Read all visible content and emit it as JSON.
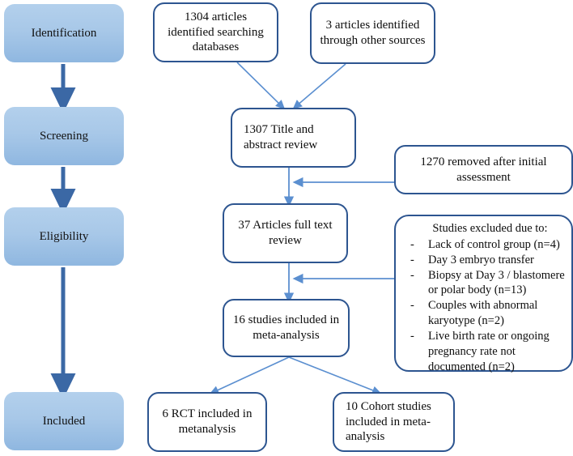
{
  "diagram": {
    "title": "PRISMA study selection flow diagram",
    "colors": {
      "stage_fill_top": "#b3d0ec",
      "stage_fill_bottom": "#8fb7e0",
      "node_border": "#2d5590",
      "thick_arrow": "#3b68a5",
      "thin_arrow": "#5b8fd0",
      "text": "#0d0d0d"
    }
  },
  "stages": [
    {
      "id": "identification",
      "label": "Identification"
    },
    {
      "id": "screening",
      "label": "Screening"
    },
    {
      "id": "eligibility",
      "label": "Eligibility"
    },
    {
      "id": "included",
      "label": "Included"
    }
  ],
  "nodes": {
    "records_databases": "1304 articles identified searching databases",
    "records_other": "3 articles identified through other sources",
    "title_abstract": "1307 Title and abstract review",
    "removed_initial": "1270 removed after initial assessment",
    "full_text": "37 Articles full text review",
    "included_meta": "16 studies included in meta-analysis",
    "rct": "6 RCT included in metanalysis",
    "cohort": "10 Cohort studies included in meta-analysis"
  },
  "exclusions": {
    "title": "Studies excluded due to:",
    "bullet": "-",
    "items": [
      "Lack of control group (n=4)",
      "Day 3 embryo transfer",
      "Biopsy at Day 3 / blastomere or polar body (n=13)",
      "Couples with abnormal karyotype (n=2)",
      "Live birth rate or ongoing pregnancy rate not documented (n=2)"
    ]
  }
}
